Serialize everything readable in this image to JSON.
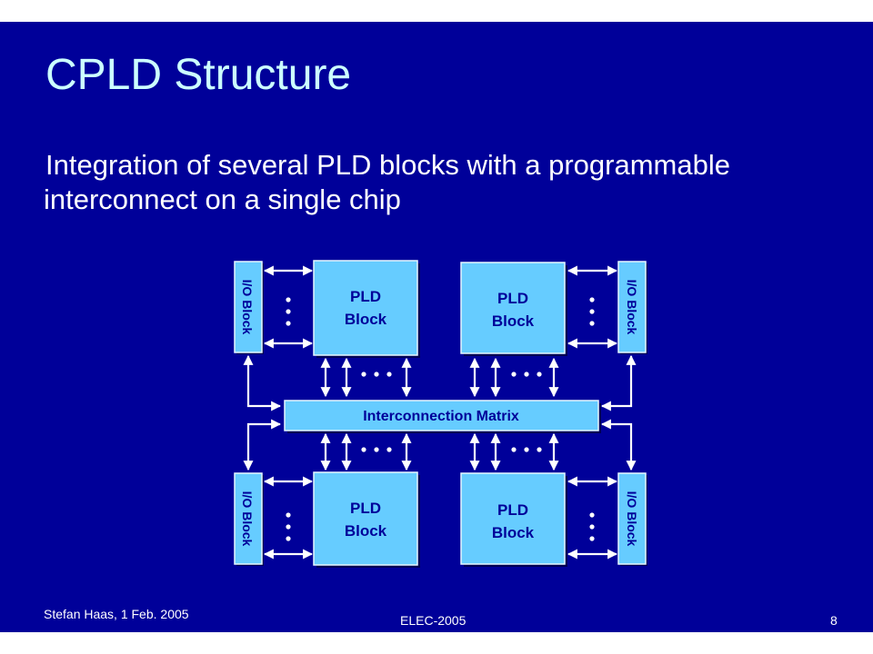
{
  "slide": {
    "title": "CPLD Structure",
    "bullet": "Integration of several PLD blocks with a programmable interconnect on a single chip"
  },
  "diagram": {
    "pld_block_label_line1": "PLD",
    "pld_block_label_line2": "Block",
    "io_block_label": "I/O Block",
    "matrix_label": "Interconnection Matrix",
    "colors": {
      "block_fill": "#66ccff",
      "block_text": "#000099",
      "arrow": "#ffffff"
    }
  },
  "footer": {
    "author_date": "Stefan Haas, 1 Feb. 2005",
    "course": "ELEC-2005",
    "page_number": "8"
  },
  "colors": {
    "background": "#000099",
    "title": "#ccffff",
    "body_text": "#ffffff"
  }
}
